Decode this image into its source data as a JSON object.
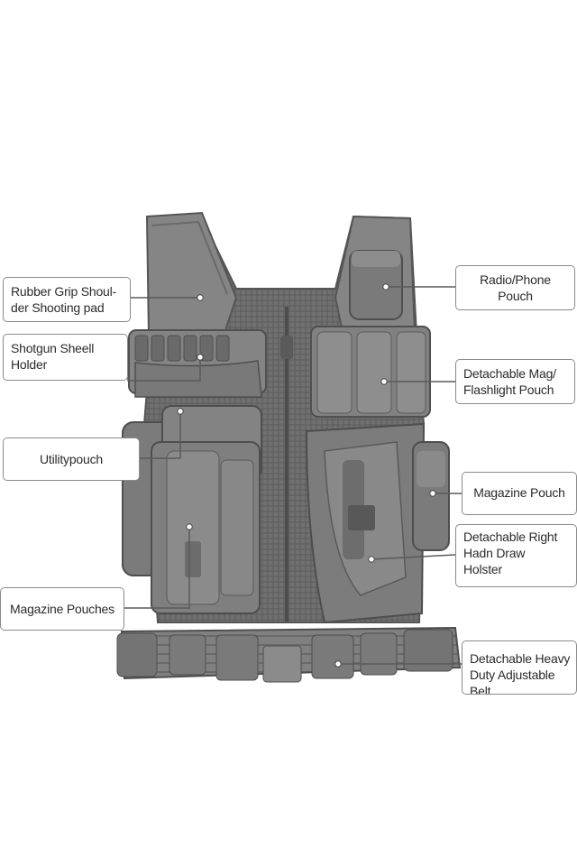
{
  "diagram": {
    "labels": {
      "shoulder_pad": [
        "Rubber Grip Shoul-",
        "der Shooting pad"
      ],
      "shell_holder": [
        "Shotgun Sheell",
        "Holder"
      ],
      "utility_pouch": [
        "Utilitypouch"
      ],
      "magazine_pouches": [
        "Magazine Pouches"
      ],
      "radio_pouch": [
        "Radio/Phone",
        "Pouch"
      ],
      "mag_flashlight": [
        "Detachable Mag/",
        "Flashlight Pouch"
      ],
      "magazine_pouch": [
        "Magazine Pouch"
      ],
      "holster": [
        "Detachable Right",
        "Hadn Draw",
        "Holster"
      ],
      "belt": [
        "Detachable Heavy",
        "Duty Adjustable",
        "Belt"
      ]
    }
  },
  "colors": {
    "vest_fill": "#7d7d7d",
    "vest_dark": "#5f5f5f",
    "vest_light": "#9a9a9a",
    "leader_line": "#5a5a5a",
    "label_border": "#8a8a8a"
  }
}
